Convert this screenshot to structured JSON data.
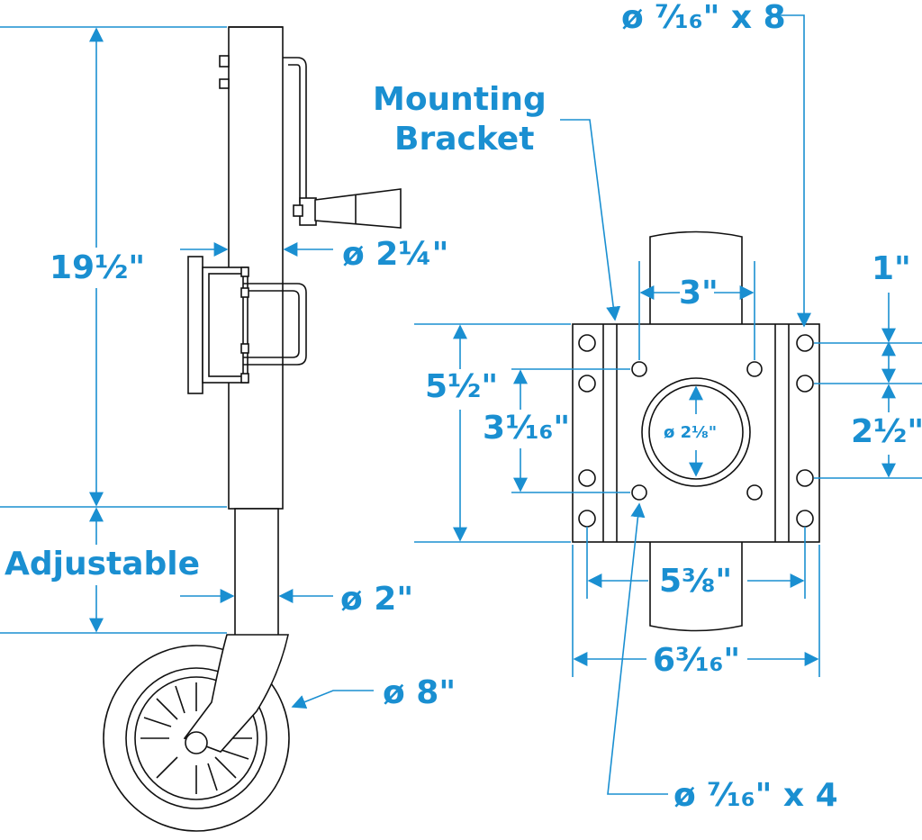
{
  "labels": {
    "bolt_bracket": "ø ⁷⁄₁₆\" x 8",
    "mounting_bracket_line1": "Mounting",
    "mounting_bracket_line2": "Bracket",
    "height": "19½\"",
    "tube_diameter": "ø 2¼\"",
    "bracket_height": "5½\"",
    "hole_spacing_vertical": "3¹⁄₁₆\"",
    "center_diameter": "ø 2⅛\"",
    "hole_spacing_1": "1\"",
    "hole_spacing_2": "2½\"",
    "top_width": "3\"",
    "adjustable": "Adjustable",
    "inner_tube_diameter": "ø 2\"",
    "inner_width": "5⅜\"",
    "wheel_diameter": "ø 8\"",
    "outer_width": "6³⁄₁₆\"",
    "bolt_plate": "ø ⁷⁄₁₆\" x 4"
  },
  "colors": {
    "accent": "#1a8fd1",
    "line": "#111111"
  }
}
